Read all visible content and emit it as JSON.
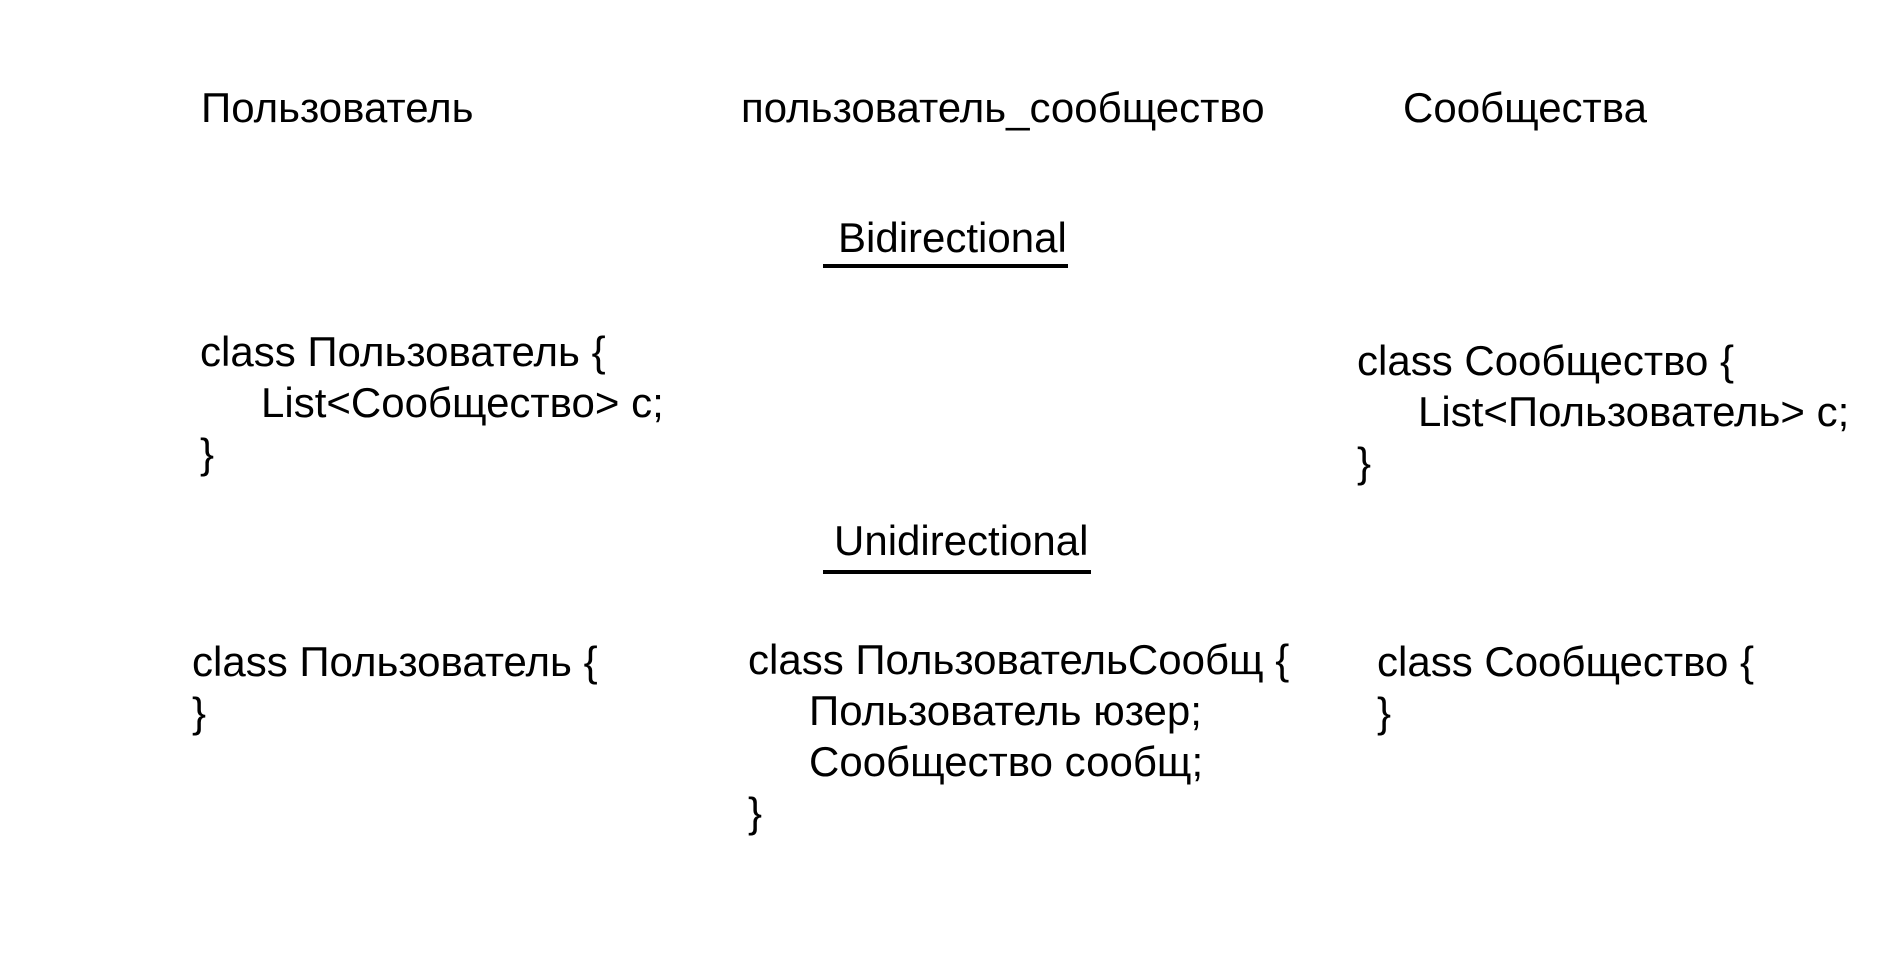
{
  "tables": {
    "left": "Пользователь",
    "middle": "пользователь_сообщество",
    "right": "Сообщества"
  },
  "sections": {
    "bidirectional": {
      "title": "Bidirectional",
      "left_code": [
        "class Пользователь {",
        "List<Сообщество> c;",
        "}"
      ],
      "right_code": [
        "class Сообщество {",
        "List<Пользователь> c;",
        "}"
      ]
    },
    "unidirectional": {
      "title": "Unidirectional",
      "left_code": [
        "class Пользователь {",
        "}"
      ],
      "middle_code": [
        "class ПользовательСообщ {",
        "Пользователь юзер;",
        "Сообщество сообщ;",
        "}"
      ],
      "right_code": [
        "class Сообщество {",
        "}"
      ]
    }
  }
}
